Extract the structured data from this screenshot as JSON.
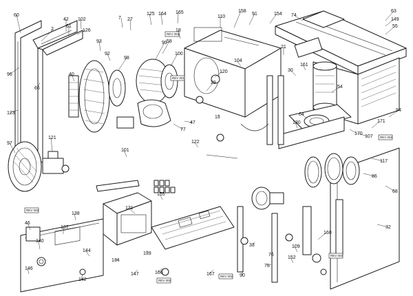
{
  "diagram": {
    "callouts": [
      {
        "id": "c60",
        "text": "60"
      },
      {
        "id": "c2",
        "text": "2"
      },
      {
        "id": "c42",
        "text": "42"
      },
      {
        "id": "c102",
        "text": "102"
      },
      {
        "id": "c61",
        "text": "61"
      },
      {
        "id": "c126",
        "text": "126"
      },
      {
        "id": "c125",
        "text": "125"
      },
      {
        "id": "c164",
        "text": "164"
      },
      {
        "id": "c165",
        "text": "165"
      },
      {
        "id": "c7",
        "text": "7"
      },
      {
        "id": "c27",
        "text": "27"
      },
      {
        "id": "c18",
        "text": "18"
      },
      {
        "id": "c158",
        "text": "158"
      },
      {
        "id": "c91",
        "text": "91"
      },
      {
        "id": "c154",
        "text": "154"
      },
      {
        "id": "c74",
        "text": "74"
      },
      {
        "id": "c63",
        "text": "63"
      },
      {
        "id": "c149",
        "text": "149"
      },
      {
        "id": "c55",
        "text": "55"
      },
      {
        "id": "c110",
        "text": "110"
      },
      {
        "id": "c93",
        "text": "93"
      },
      {
        "id": "c92",
        "text": "92"
      },
      {
        "id": "c98",
        "text": "98"
      },
      {
        "id": "c99",
        "text": "99"
      },
      {
        "id": "c100",
        "text": "100"
      },
      {
        "id": "c77",
        "text": "77"
      },
      {
        "id": "c58",
        "text": "58"
      },
      {
        "id": "c96",
        "text": "96"
      },
      {
        "id": "c66",
        "text": "66"
      },
      {
        "id": "c40",
        "text": "40"
      },
      {
        "id": "c123",
        "text": "123"
      },
      {
        "id": "c97",
        "text": "97"
      },
      {
        "id": "c117",
        "text": "117"
      },
      {
        "id": "c121",
        "text": "121"
      },
      {
        "id": "c68",
        "text": "68"
      },
      {
        "id": "c86",
        "text": "86"
      },
      {
        "id": "c94",
        "text": "94"
      },
      {
        "id": "c171",
        "text": "171"
      },
      {
        "id": "c107",
        "text": "107"
      },
      {
        "id": "c170",
        "text": "170"
      },
      {
        "id": "c30",
        "text": "30"
      },
      {
        "id": "c54",
        "text": "54"
      },
      {
        "id": "c64",
        "text": "64"
      },
      {
        "id": "c130",
        "text": "130"
      },
      {
        "id": "c21",
        "text": "21"
      },
      {
        "id": "c104",
        "text": "104"
      },
      {
        "id": "c161",
        "text": "161"
      },
      {
        "id": "c131",
        "text": "131"
      },
      {
        "id": "c101",
        "text": "101"
      },
      {
        "id": "c155",
        "text": "155"
      },
      {
        "id": "c167",
        "text": "167"
      },
      {
        "id": "c166",
        "text": "166"
      },
      {
        "id": "c147",
        "text": "147"
      },
      {
        "id": "c144",
        "text": "144"
      },
      {
        "id": "c142",
        "text": "142"
      },
      {
        "id": "c146",
        "text": "146"
      },
      {
        "id": "c140",
        "text": "140"
      },
      {
        "id": "c137",
        "text": "137"
      },
      {
        "id": "c138",
        "text": "138"
      },
      {
        "id": "c120",
        "text": "120"
      },
      {
        "id": "c29",
        "text": "29"
      },
      {
        "id": "c46",
        "text": "46"
      },
      {
        "id": "c122",
        "text": "122"
      },
      {
        "id": "c152",
        "text": "152"
      },
      {
        "id": "c109",
        "text": "109"
      },
      {
        "id": "c160",
        "text": "160"
      },
      {
        "id": "c134",
        "text": "134"
      },
      {
        "id": "c139",
        "text": "139"
      },
      {
        "id": "c90",
        "text": "90"
      },
      {
        "id": "c76",
        "text": "76"
      },
      {
        "id": "c75",
        "text": "75"
      },
      {
        "id": "c47",
        "text": "47"
      },
      {
        "id": "c33",
        "text": "33"
      },
      {
        "id": "c13",
        "text": "13"
      },
      {
        "id": "c32",
        "text": "32"
      }
    ],
    "revision_labels": [
      {
        "id": "r1",
        "text": "REV 002"
      },
      {
        "id": "r2",
        "text": "REV 001"
      },
      {
        "id": "r3",
        "text": "REV 002"
      },
      {
        "id": "r4",
        "text": "REV 002"
      },
      {
        "id": "r5",
        "text": "REV 002"
      },
      {
        "id": "r6",
        "text": "REV 002"
      },
      {
        "id": "r7",
        "text": "REV 002"
      }
    ]
  }
}
